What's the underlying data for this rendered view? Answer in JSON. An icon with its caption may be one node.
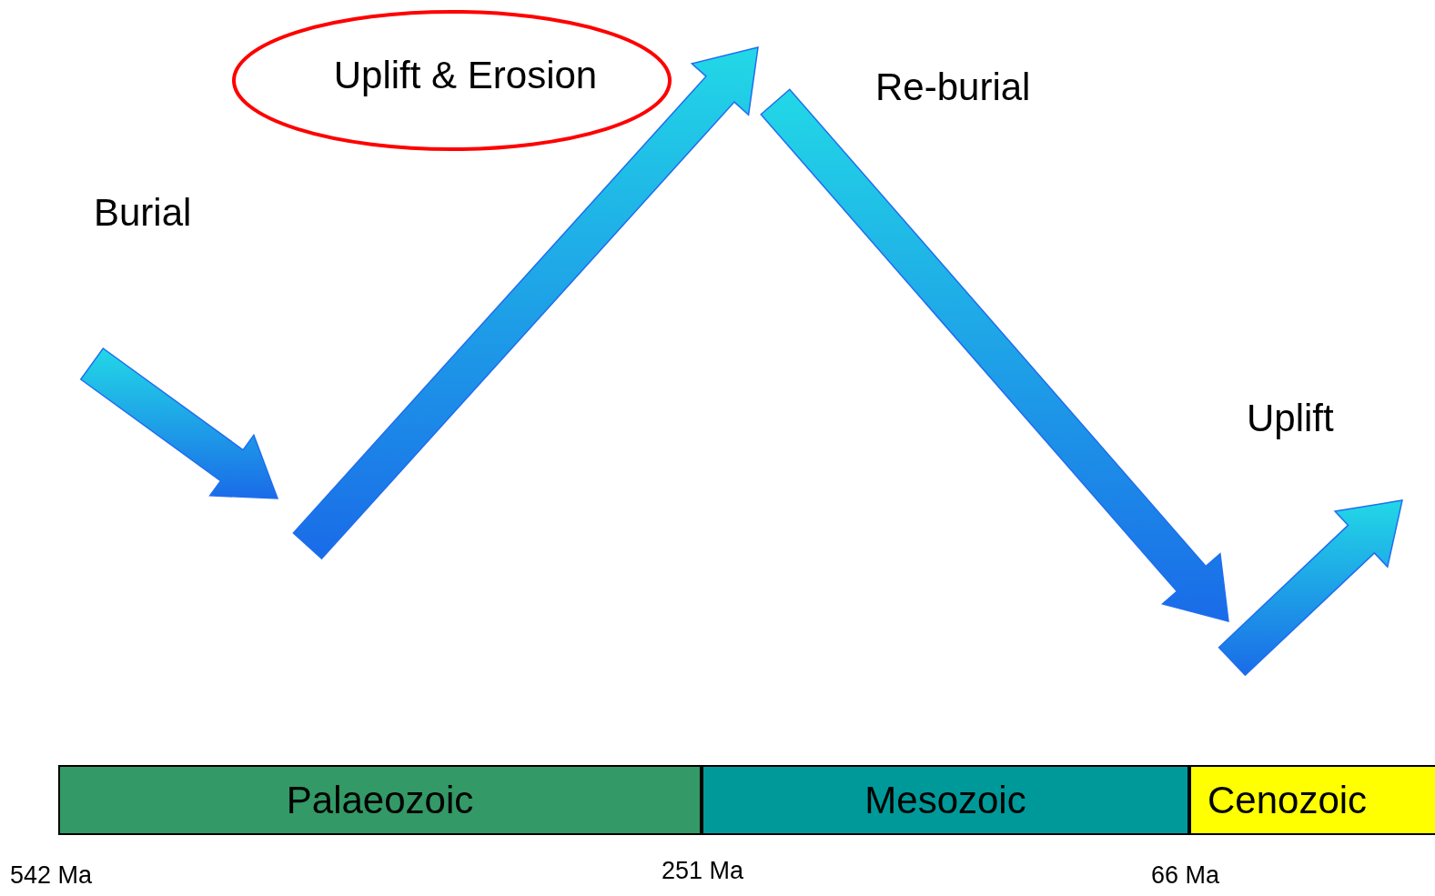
{
  "diagram": {
    "nodes": [
      {
        "text": [
          "Uplift & Erosion"
        ]
      },
      {
        "text": [
          "Palaeozoic"
        ]
      },
      {
        "text": [
          "Mesozoic"
        ]
      },
      {
        "text": [
          "Cenozoic"
        ]
      }
    ],
    "labels": [
      "Re-burial",
      "Burial",
      "Uplift",
      "542 Ma",
      "251 Ma",
      "66 Ma"
    ]
  }
}
